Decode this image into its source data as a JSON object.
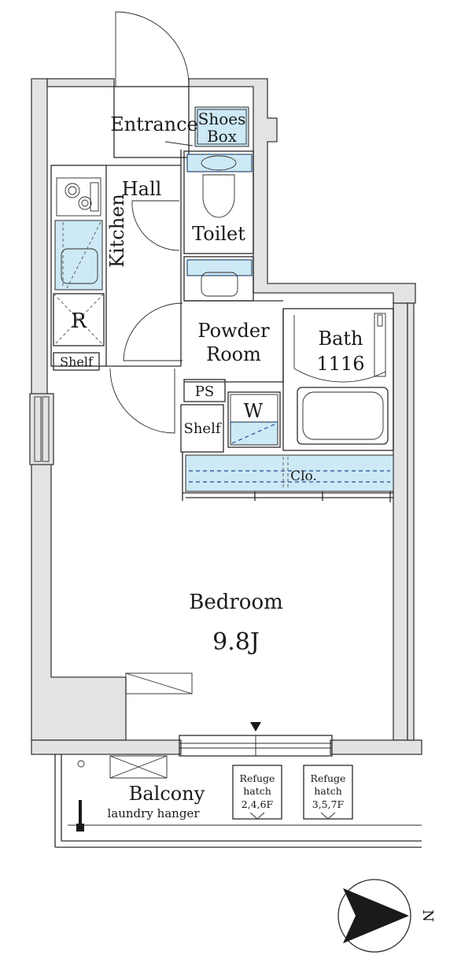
{
  "rooms": {
    "entrance": "Entrance",
    "shoes_box_line1": "Shoes",
    "shoes_box_line2": "Box",
    "hall": "Hall",
    "kitchen": "Kitchen",
    "toilet": "Toilet",
    "refrigerator": "R",
    "shelf_kitchen": "Shelf",
    "powder_room_line1": "Powder",
    "powder_room_line2": "Room",
    "bath": "Bath",
    "bath_size": "1116",
    "ps": "PS",
    "washer": "W",
    "shelf_closet": "Shelf",
    "closet": "Clo.",
    "bedroom": "Bedroom",
    "bedroom_size": "9.8J",
    "balcony": "Balcony",
    "laundry_hanger": "laundry hanger",
    "refuge_hatch_1": {
      "line1": "Refuge",
      "line2": "hatch",
      "line3": "2,4,6F"
    },
    "refuge_hatch_2": {
      "line1": "Refuge",
      "line2": "hatch",
      "line3": "3,5,7F"
    }
  },
  "compass": {
    "label": "N"
  }
}
